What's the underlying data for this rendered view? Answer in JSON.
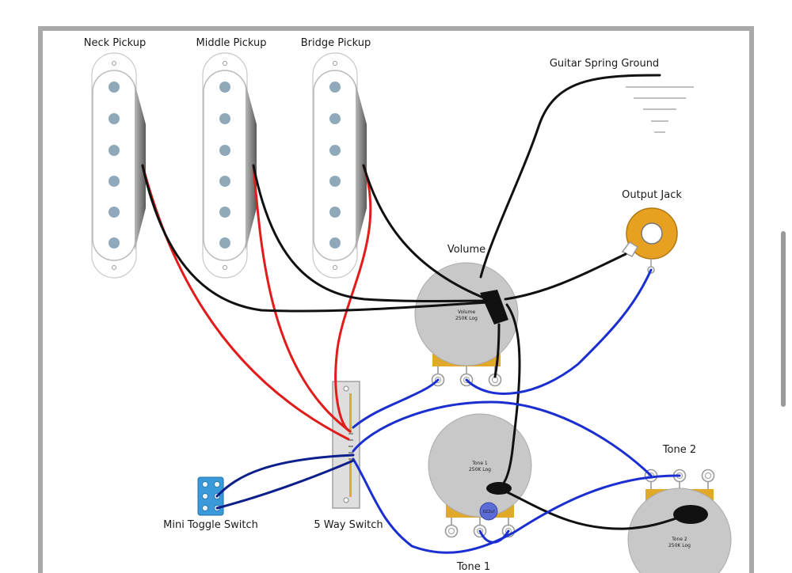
{
  "pickups": {
    "neck": "Neck Pickup",
    "middle": "Middle Pickup",
    "bridge": "Bridge Pickup"
  },
  "ground_label": "Guitar Spring Ground",
  "output_jack_label": "Output Jack",
  "volume": {
    "title": "Volume",
    "pot_name": "Volume",
    "pot_value": "250K Log"
  },
  "tone1": {
    "title": "Tone 1",
    "pot_name": "Tone 1",
    "pot_value": "250K Log"
  },
  "tone2": {
    "title": "Tone 2",
    "pot_name": "Tone 2",
    "pot_value": "250K Log"
  },
  "five_way_label": "5 Way Switch",
  "mini_toggle_label": "Mini Toggle Switch",
  "capacitor_label": "022uf",
  "colors": {
    "hot_wire": "#e21b1b",
    "ground_wire": "#111111",
    "signal_wire": "#1b2fd0",
    "toggle_wire": "#0d1f8a",
    "pot_body": "#c8c8c8",
    "solder_lug": "#e0a92a",
    "jack": "#e8a020",
    "toggle": "#3a9ad9",
    "capacitor": "#5c6cd6"
  }
}
